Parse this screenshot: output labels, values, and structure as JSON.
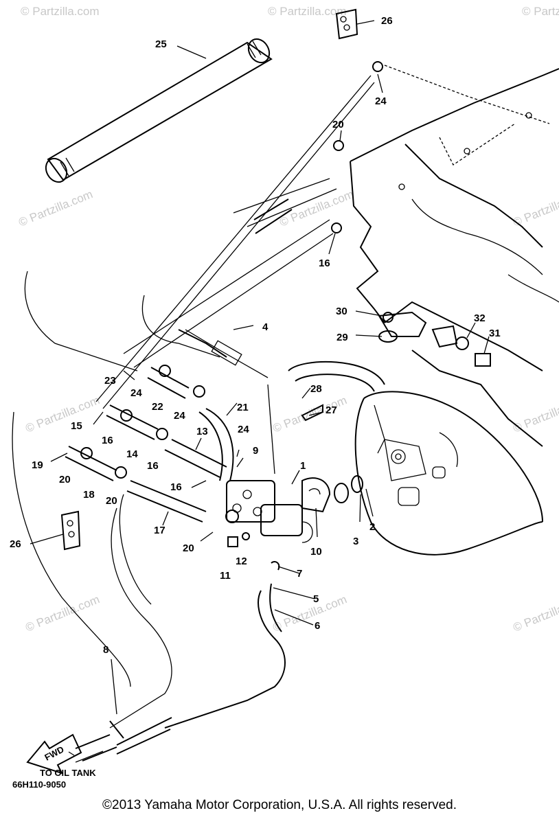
{
  "watermark": "© Partzilla.com",
  "callouts": [
    "1",
    "2",
    "3",
    "4",
    "5",
    "6",
    "7",
    "8",
    "9",
    "10",
    "11",
    "12",
    "13",
    "14",
    "15",
    "16",
    "16",
    "16",
    "16",
    "17",
    "18",
    "19",
    "20",
    "20",
    "20",
    "20",
    "21",
    "22",
    "23",
    "24",
    "24",
    "24",
    "24",
    "25",
    "26",
    "26",
    "27",
    "28",
    "29",
    "30",
    "31",
    "32"
  ],
  "to_oil_tank": "TO OIL TANK",
  "fwd": "FWD",
  "part_code": "66H110-9050",
  "copyright": "©2013  Yamaha Motor Corporation, U.S.A. All rights reserved."
}
